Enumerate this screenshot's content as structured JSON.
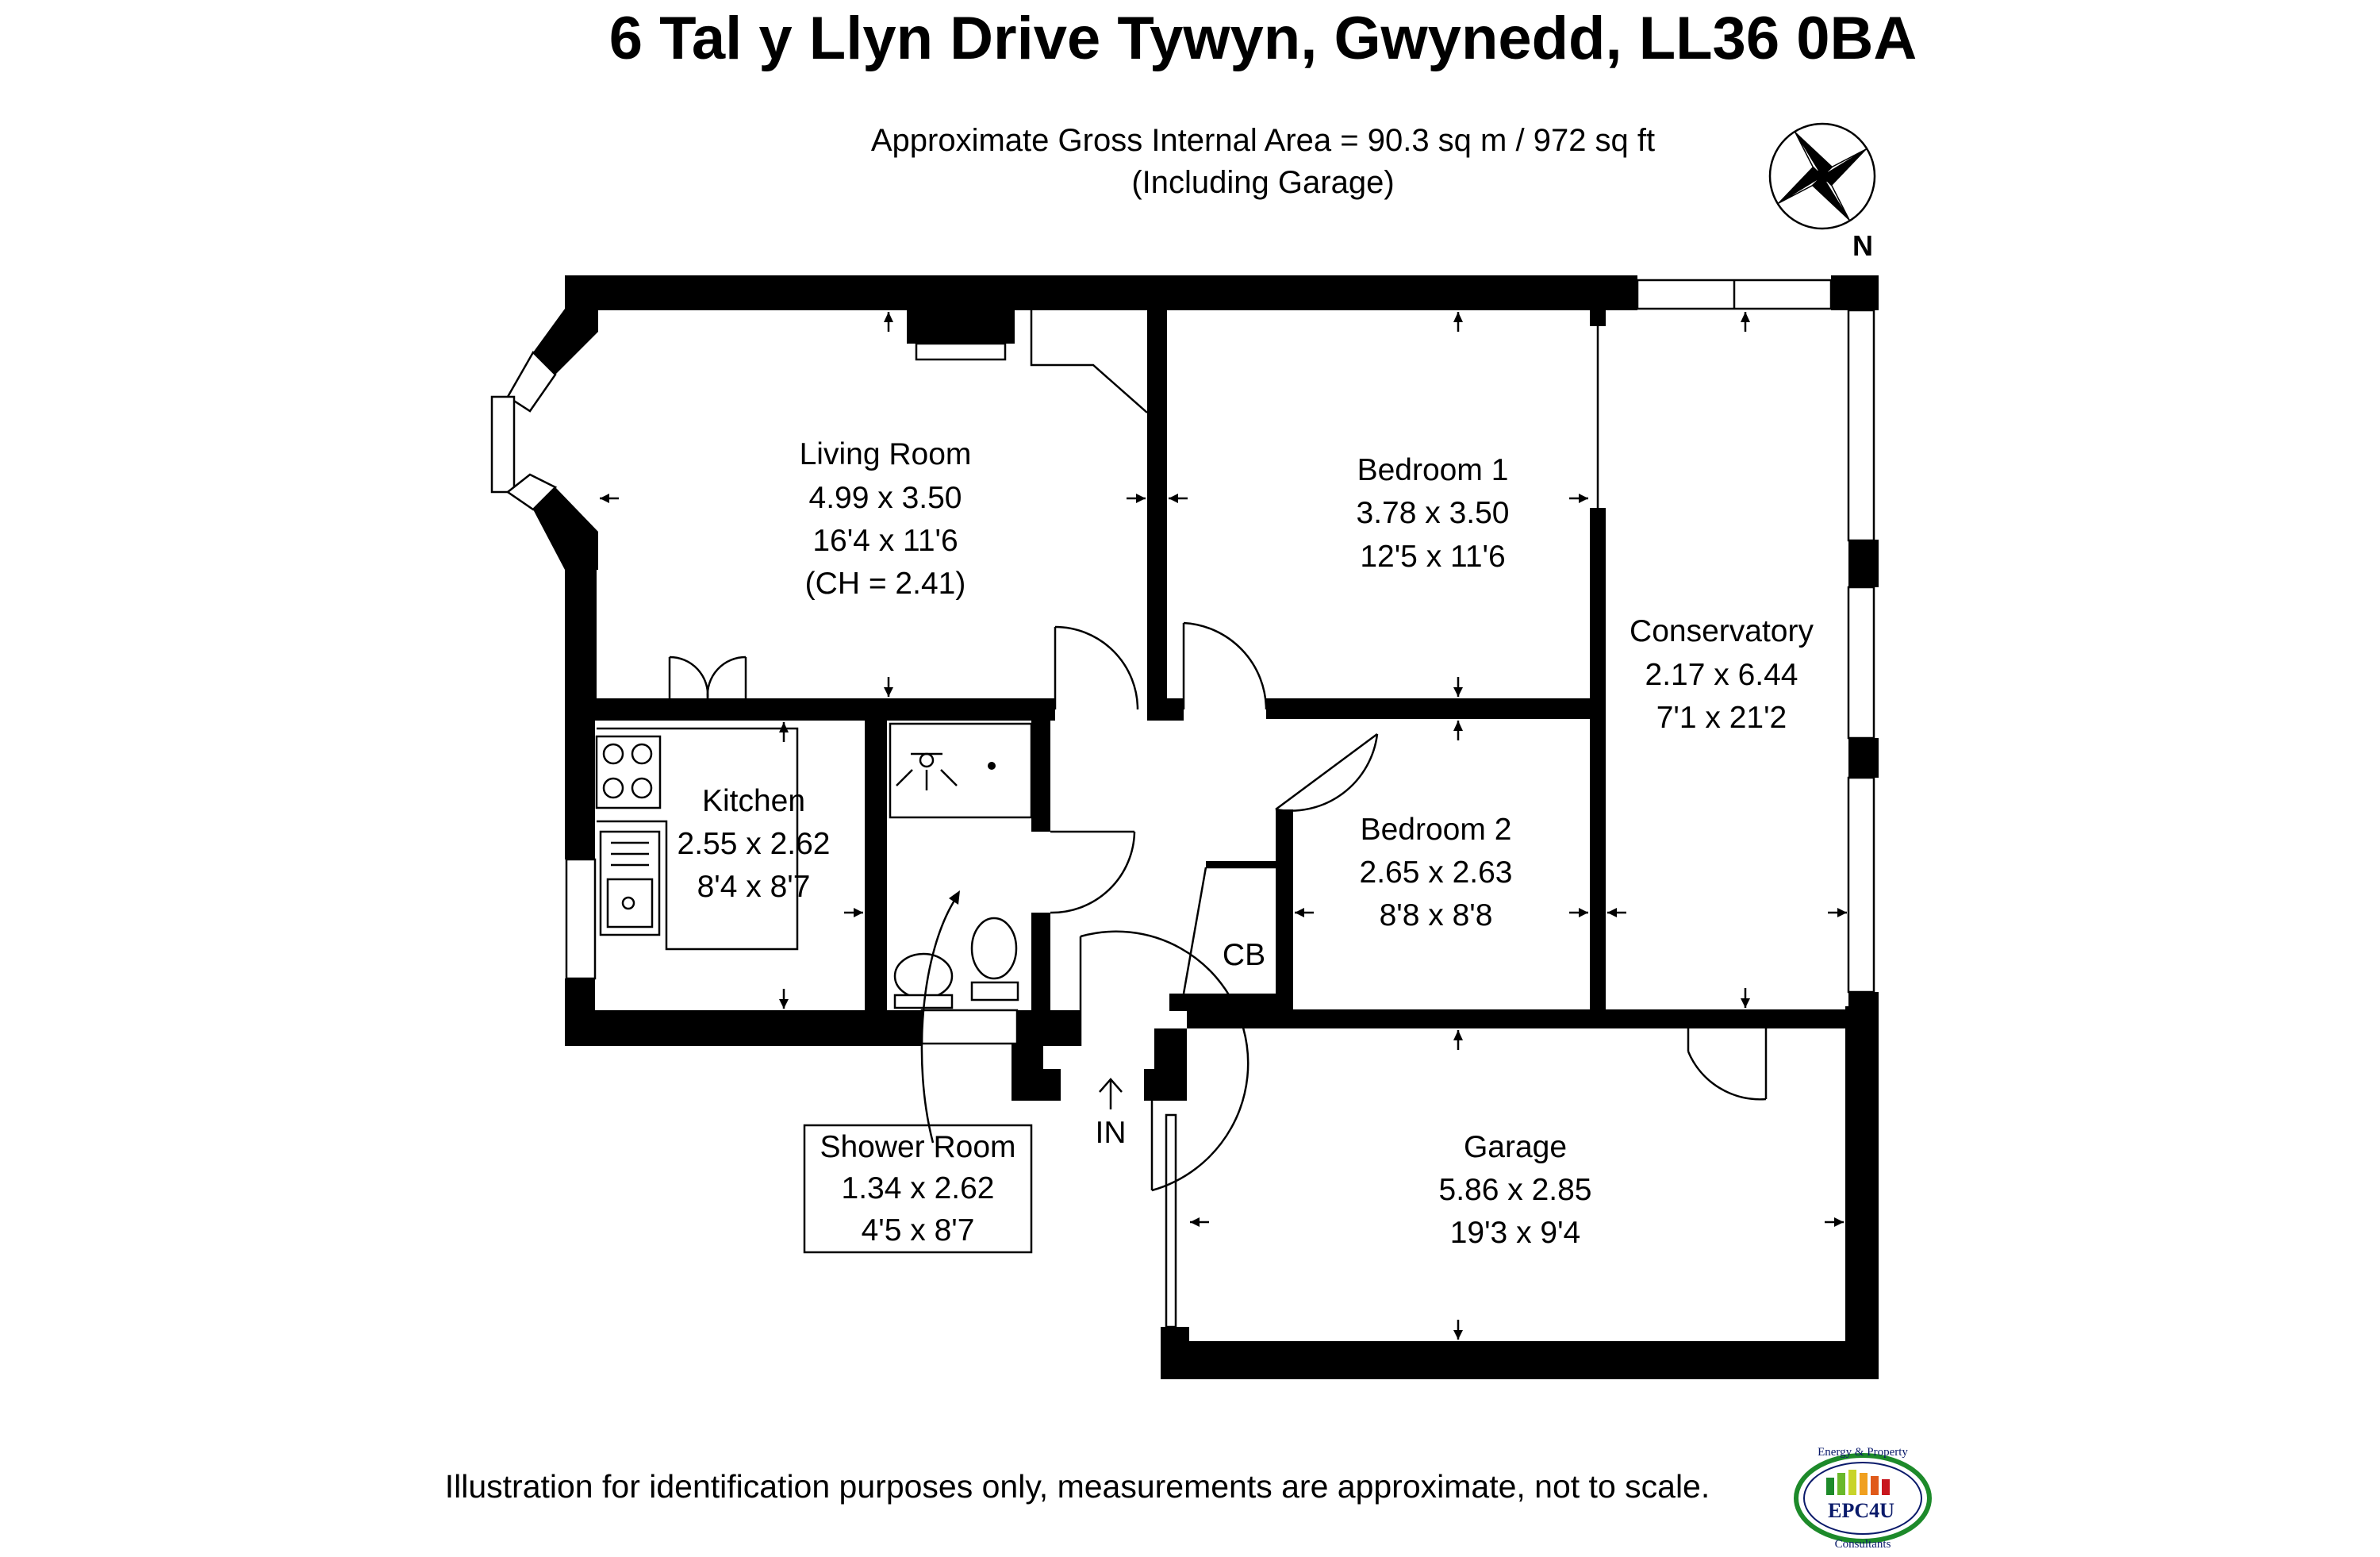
{
  "header": {
    "address": "6 Tal y Llyn Drive Tywyn, Gwynedd, LL36 0BA",
    "area_line": "Approximate Gross Internal Area = 90.3 sq m / 972 sq ft",
    "area_note": "(Including Garage)"
  },
  "compass": {
    "label": "N"
  },
  "rooms": {
    "living_room": {
      "name": "Living Room",
      "metric": "4.99 x 3.50",
      "imperial": "16'4 x 11'6",
      "ceiling": "(CH = 2.41)"
    },
    "bedroom1": {
      "name": "Bedroom 1",
      "metric": "3.78 x 3.50",
      "imperial": "12'5 x 11'6"
    },
    "conservatory": {
      "name": "Conservatory",
      "metric": "2.17 x 6.44",
      "imperial": "7'1 x 21'2"
    },
    "kitchen": {
      "name": "Kitchen",
      "metric": "2.55 x 2.62",
      "imperial": "8'4 x 8'7"
    },
    "bedroom2": {
      "name": "Bedroom 2",
      "metric": "2.65 x 2.63",
      "imperial": "8'8 x 8'8"
    },
    "cupboard": {
      "name": "CB"
    },
    "shower_room": {
      "name": "Shower Room",
      "metric": "1.34 x 2.62",
      "imperial": "4'5 x 8'7"
    },
    "garage": {
      "name": "Garage",
      "metric": "5.86 x 2.85",
      "imperial": "19'3 x 9'4"
    }
  },
  "entrance": {
    "label": "IN"
  },
  "footer": {
    "disclaimer": "Illustration for identification purposes only, measurements are approximate, not to scale."
  },
  "logo": {
    "name": "EPC4U",
    "top_text": "Energy & Property",
    "bottom_text": "Consultants"
  }
}
